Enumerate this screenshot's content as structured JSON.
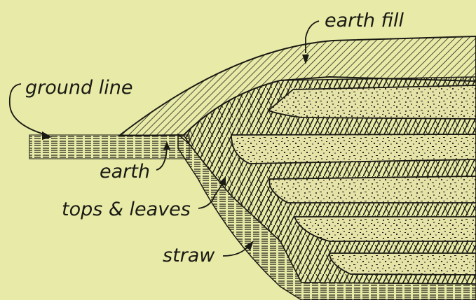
{
  "diagram": {
    "labels": {
      "earth_fill": "earth fill",
      "ground_line": "ground line",
      "earth": "earth",
      "tops_leaves": "tops & leaves",
      "straw": "straw"
    },
    "colors": {
      "background": "#e8eaa8",
      "ink": "#1a1a14",
      "sand": "#e5e3a8"
    }
  }
}
